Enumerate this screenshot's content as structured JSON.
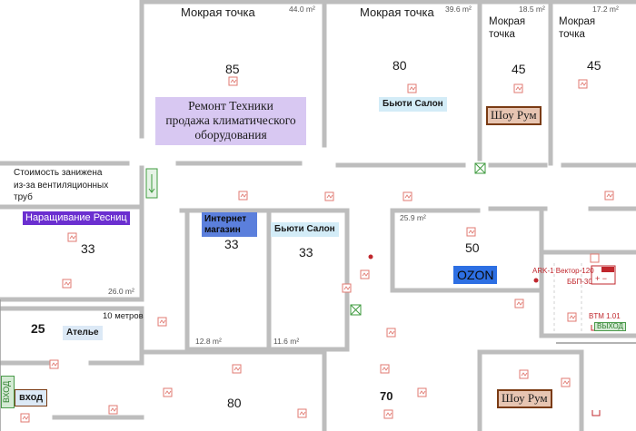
{
  "rooms": {
    "top_left": {
      "title": "Мокрая точка",
      "area": "44.0 m²",
      "price": "85"
    },
    "top_mid": {
      "title": "Мокрая точка",
      "area": "39.6 m²",
      "price": "80"
    },
    "top_r1": {
      "title": "Мокрая\nточка",
      "area": "18.5 m²",
      "price": "45"
    },
    "top_r2": {
      "title": "Мокрая\nточка",
      "area": "17.2 m²",
      "price": "45"
    },
    "left": {
      "price": "33",
      "area": "26.0 m²"
    },
    "inet": {
      "price": "33",
      "area": "12.8 m²"
    },
    "beauty2": {
      "price": "33",
      "area": "11.6 m²"
    },
    "ozon": {
      "price": "50",
      "area": "25.9 m²"
    },
    "atelier": {
      "price": "25"
    },
    "bottom_mid": {
      "price": "80"
    },
    "bottom_70": {
      "price": "70"
    }
  },
  "tenants": {
    "repair": "Ремонт Техники\nпродажа климатического\nоборудования",
    "beauty1": "Бьюти Салон",
    "showroom": "Шоу Рум",
    "lashes": "Наращивание Ресниц",
    "inet": "Интернет\nмагазин",
    "beauty2": "Бьюти Салон",
    "ozon": "OZON",
    "atelier": "Ателье",
    "showroom2": "Шоу Рум"
  },
  "notes": {
    "ventilation": "Стоимость занижена\nиз-за вентиляционных\nтруб",
    "distance": "10 метров"
  },
  "electrical": {
    "ark": "ARK-1 Вектор-120",
    "bbp": "ББП-30",
    "btm": "BTM 1.01"
  },
  "exits": {
    "entrance": "вход",
    "exit": "ВЫХОД",
    "entrance_side": "ВХОД"
  },
  "colors": {
    "wall": "#bdbdbd",
    "repair_bg": "#d8c8f2",
    "beauty_bg": "#d3ecf7",
    "showroom_bg": "#e7c5b2",
    "showroom_border": "#7a3b14",
    "lashes_bg": "#6b2fd0",
    "inet_bg": "#5b7fdc",
    "ozon_bg": "#2d6fe3",
    "atelier_bg": "#dce9f6",
    "entrance_bg": "#dce9f6",
    "red": "#c0272d",
    "green": "#3f9b3f",
    "icon_border": "#e07a72"
  }
}
